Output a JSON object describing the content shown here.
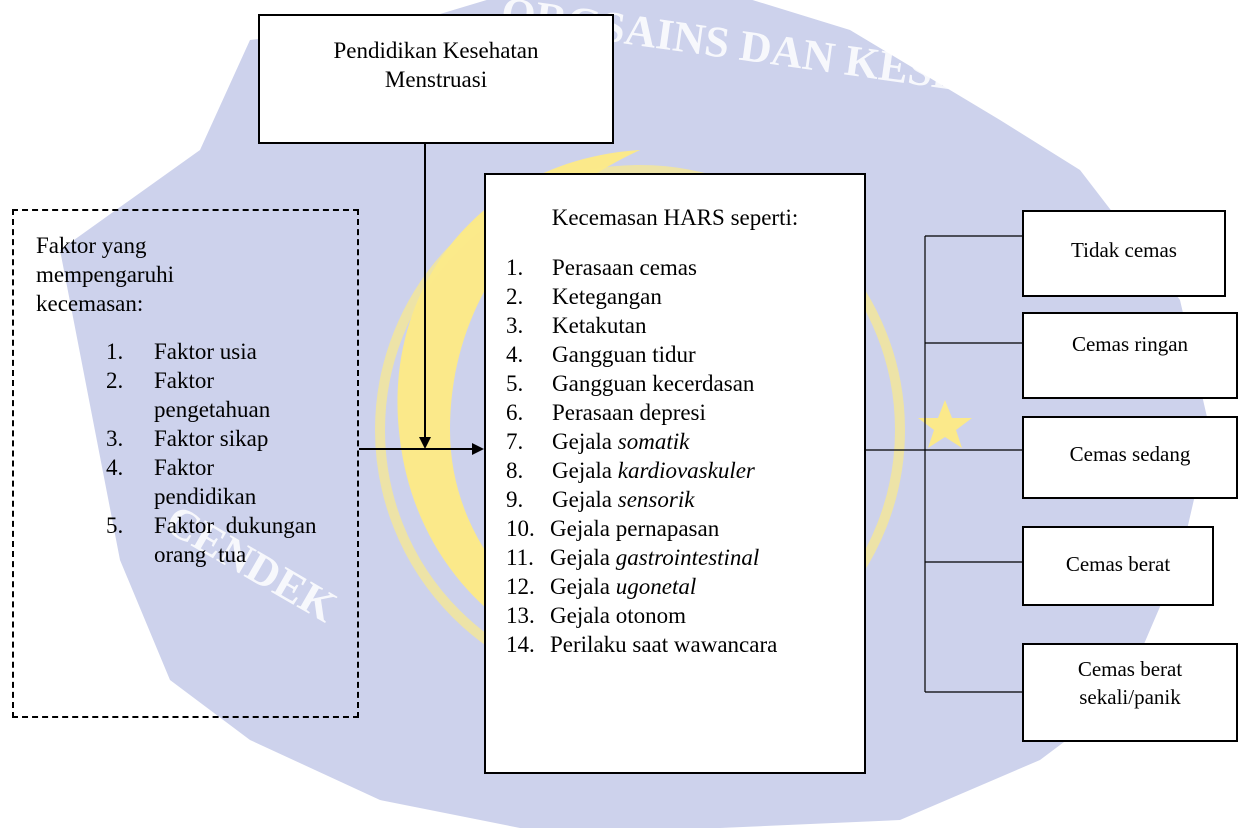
{
  "top_box": {
    "text": "Pendidikan Kesehatan Menstruasi"
  },
  "factors_box": {
    "title": "Faktor yang mempengaruhi kecemasan:",
    "items": [
      {
        "num": "1.",
        "text": "Faktor usia"
      },
      {
        "num": "2.",
        "text": "Faktor pengetahuan"
      },
      {
        "num": "3.",
        "text": "Faktor sikap"
      },
      {
        "num": "4.",
        "text": "Faktor pendidikan"
      },
      {
        "num": "5.",
        "text": "Faktor dukungan orang tua"
      }
    ]
  },
  "hars_box": {
    "title": "Kecemasan HARS seperti:",
    "items": [
      {
        "num": "1.",
        "prefix": "Perasaan cemas",
        "italic": ""
      },
      {
        "num": "2.",
        "prefix": "Ketegangan",
        "italic": ""
      },
      {
        "num": "3.",
        "prefix": "Ketakutan",
        "italic": ""
      },
      {
        "num": "4.",
        "prefix": "Gangguan tidur",
        "italic": ""
      },
      {
        "num": "5.",
        "prefix": "Gangguan kecerdasan",
        "italic": ""
      },
      {
        "num": "6.",
        "prefix": "Perasaan depresi",
        "italic": ""
      },
      {
        "num": "7.",
        "prefix": "Gejala ",
        "italic": "somatik"
      },
      {
        "num": "8.",
        "prefix": "Gejala ",
        "italic": "kardiovaskuler"
      },
      {
        "num": "9.",
        "prefix": "Gejala ",
        "italic": "sensorik"
      },
      {
        "num": "10.",
        "prefix": "Gejala pernapasan",
        "italic": ""
      },
      {
        "num": "11.",
        "prefix": "Gejala ",
        "italic": "gastrointestinal"
      },
      {
        "num": "12.",
        "prefix": "Gejala ",
        "italic": "ugonetal"
      },
      {
        "num": "13.",
        "prefix": "Gejala otonom",
        "italic": ""
      },
      {
        "num": "14.",
        "prefix": "Perilaku saat wawancara",
        "italic": ""
      }
    ]
  },
  "outcomes": [
    "Tidak cemas",
    "Cemas ringan",
    "Cemas sedang",
    "Cemas berat",
    "Cemas berat sekali/panik"
  ],
  "colors": {
    "watermark_blue": "#cdd2ec",
    "watermark_yellow": "#fbe98a",
    "line": "#000000"
  }
}
